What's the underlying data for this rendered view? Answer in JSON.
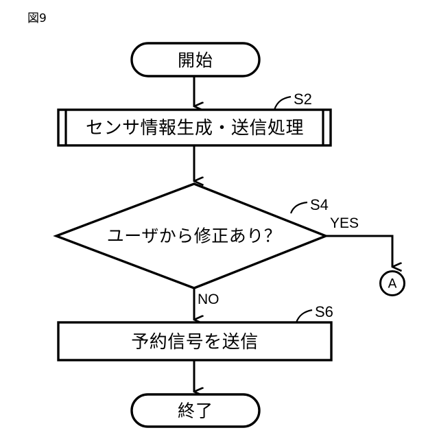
{
  "figure": {
    "label": "図9",
    "background_color": "#ffffff",
    "stroke_color": "#000000"
  },
  "nodes": {
    "start": {
      "type": "terminator",
      "label": "開始"
    },
    "s2": {
      "type": "predefined-process",
      "label": "センサ情報生成・送信処理",
      "step_tag": "S2"
    },
    "s4": {
      "type": "decision",
      "label": "ユーザから修正あり？",
      "step_tag": "S4",
      "yes_label": "YES",
      "no_label": "NO"
    },
    "s6": {
      "type": "process",
      "label": "予約信号を送信",
      "step_tag": "S6"
    },
    "connector_a": {
      "type": "connector",
      "label": "A"
    },
    "end": {
      "type": "terminator",
      "label": "終了"
    }
  }
}
